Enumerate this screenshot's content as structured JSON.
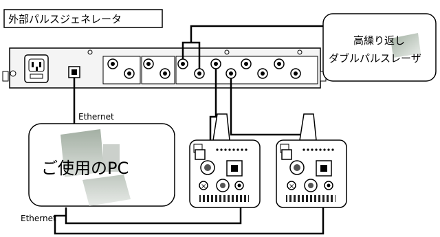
{
  "labels": {
    "pulse_generator": "外部パルスジェネレータ",
    "laser_line1": "高繰り返し",
    "laser_line2": "ダブルパルスレーザ",
    "pc_label": "ご使用のPC",
    "ethernet_top": "Ethernet",
    "ethernet_bottom": "Ethernet"
  }
}
